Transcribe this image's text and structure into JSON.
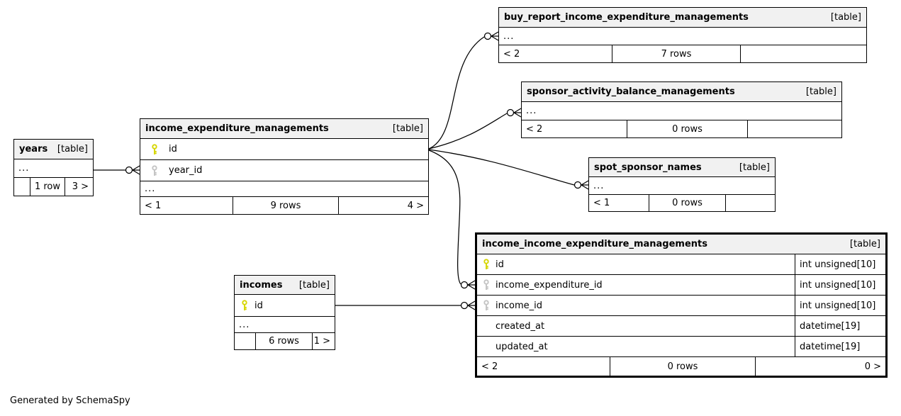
{
  "diagram": {
    "generator_note": "Generated by SchemaSpy",
    "colors": {
      "header_bg": "#f1f1f1",
      "border": "#000000",
      "pk_key": "#d6d600",
      "fk_key": "#c4c4c4",
      "line": "#000000",
      "background": "#ffffff"
    },
    "tables": {
      "years": {
        "name": "years",
        "tag": "[table]",
        "rows": [
          {
            "type": "dots",
            "label": "..."
          }
        ],
        "footer": [
          "",
          "1 row",
          "3 >"
        ]
      },
      "income_expenditure_managements": {
        "name": "income_expenditure_managements",
        "tag": "[table]",
        "rows": [
          {
            "type": "column",
            "key": "pk",
            "label": "id"
          },
          {
            "type": "column",
            "key": "fk",
            "label": "year_id"
          },
          {
            "type": "dots",
            "label": "..."
          }
        ],
        "footer": [
          "< 1",
          "9 rows",
          "4 >"
        ]
      },
      "buy_report_income_expenditure_managements": {
        "name": "buy_report_income_expenditure_managements",
        "tag": "[table]",
        "rows": [
          {
            "type": "dots",
            "label": "..."
          }
        ],
        "footer": [
          "< 2",
          "7 rows",
          ""
        ]
      },
      "sponsor_activity_balance_managements": {
        "name": "sponsor_activity_balance_managements",
        "tag": "[table]",
        "rows": [
          {
            "type": "dots",
            "label": "..."
          }
        ],
        "footer": [
          "< 2",
          "0 rows",
          ""
        ]
      },
      "spot_sponsor_names": {
        "name": "spot_sponsor_names",
        "tag": "[table]",
        "rows": [
          {
            "type": "dots",
            "label": "..."
          }
        ],
        "footer": [
          "< 1",
          "0 rows",
          ""
        ]
      },
      "income_income_expenditure_managements": {
        "name": "income_income_expenditure_managements",
        "tag": "[table]",
        "highlighted": true,
        "rows": [
          {
            "type": "column",
            "key": "pk",
            "label": "id",
            "datatype": "int unsigned[10]"
          },
          {
            "type": "column",
            "key": "fk",
            "label": "income_expenditure_id",
            "datatype": "int unsigned[10]"
          },
          {
            "type": "column",
            "key": "fk",
            "label": "income_id",
            "datatype": "int unsigned[10]"
          },
          {
            "type": "column",
            "key": null,
            "label": "created_at",
            "datatype": "datetime[19]"
          },
          {
            "type": "column",
            "key": null,
            "label": "updated_at",
            "datatype": "datetime[19]"
          }
        ],
        "footer": [
          "< 2",
          "0 rows",
          "0 >"
        ]
      },
      "incomes": {
        "name": "incomes",
        "tag": "[table]",
        "rows": [
          {
            "type": "column",
            "key": "pk",
            "label": "id"
          },
          {
            "type": "dots",
            "label": "..."
          }
        ],
        "footer": [
          "",
          "6 rows",
          "1 >"
        ]
      }
    },
    "relationships": [
      {
        "parent": "years",
        "child": "income_expenditure_managements",
        "child_column": "year_id"
      },
      {
        "parent": "income_expenditure_managements",
        "child": "buy_report_income_expenditure_managements",
        "child_column": "..."
      },
      {
        "parent": "income_expenditure_managements",
        "child": "sponsor_activity_balance_managements",
        "child_column": "..."
      },
      {
        "parent": "income_expenditure_managements",
        "child": "spot_sponsor_names",
        "child_column": "..."
      },
      {
        "parent": "income_expenditure_managements",
        "child": "income_income_expenditure_managements",
        "child_column": "income_expenditure_id"
      },
      {
        "parent": "incomes",
        "child": "income_income_expenditure_managements",
        "child_column": "income_id"
      }
    ]
  }
}
